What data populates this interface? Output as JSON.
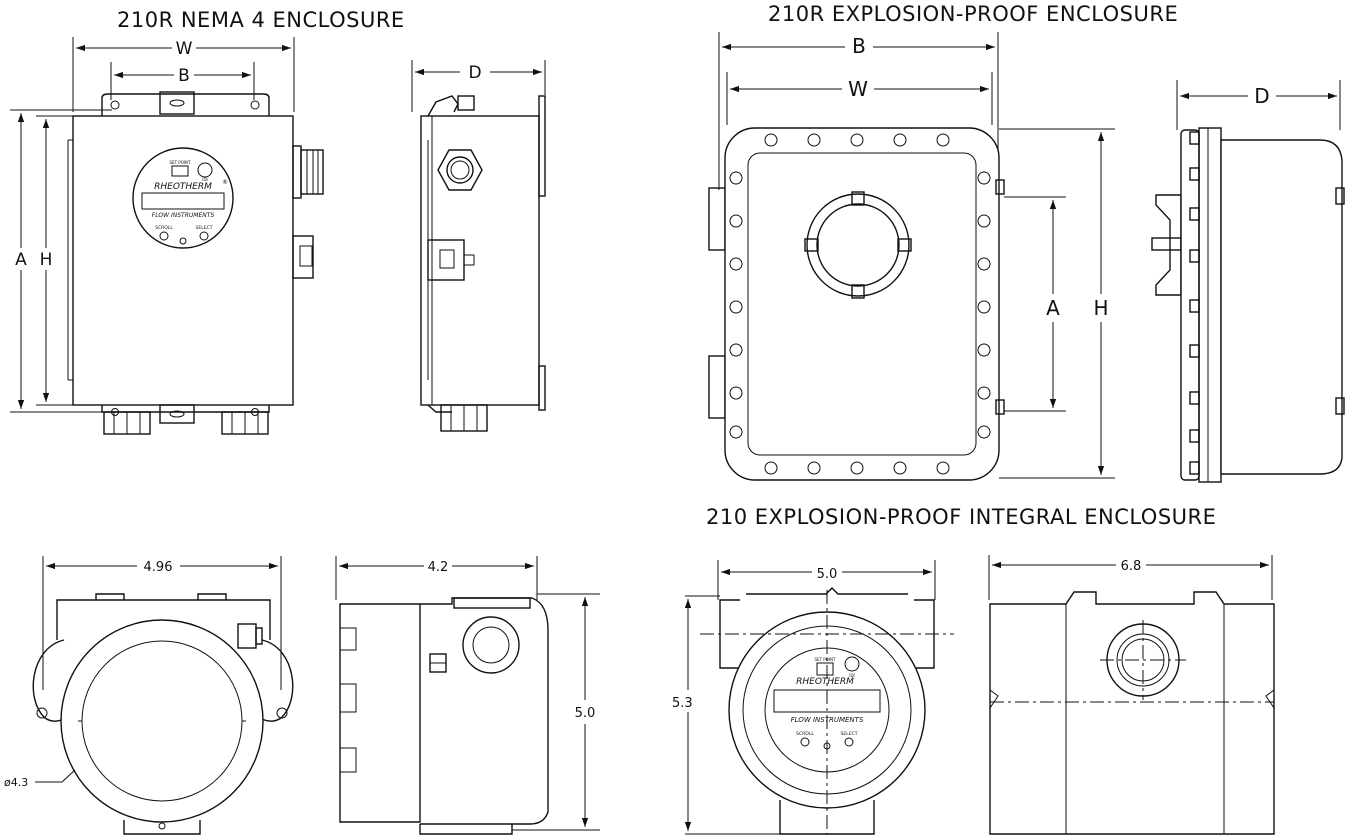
{
  "titles": {
    "nema4": "210R NEMA 4 ENCLOSURE",
    "xp": "210R EXPLOSION-PROOF ENCLOSURE",
    "integral": "210 EXPLOSION-PROOF INTEGRAL  ENCLOSURE"
  },
  "nema4": {
    "w": "W",
    "b": "B",
    "a": "A",
    "h": "H",
    "d": "D"
  },
  "xp": {
    "b": "B",
    "w": "W",
    "a": "A",
    "h": "H",
    "d": "D"
  },
  "round": {
    "width": "4.96",
    "depth": "4.2",
    "height": "5.0",
    "diameter": "ø4.3"
  },
  "integral": {
    "width": "5.0",
    "depth": "6.8",
    "height": "5.3"
  },
  "display": {
    "brand": "RHEOTHERM",
    "reg": "®",
    "maker": "FLOW INSTRUMENTS",
    "scroll": "SCROLL",
    "select": "SELECT",
    "badge": "IDI"
  }
}
